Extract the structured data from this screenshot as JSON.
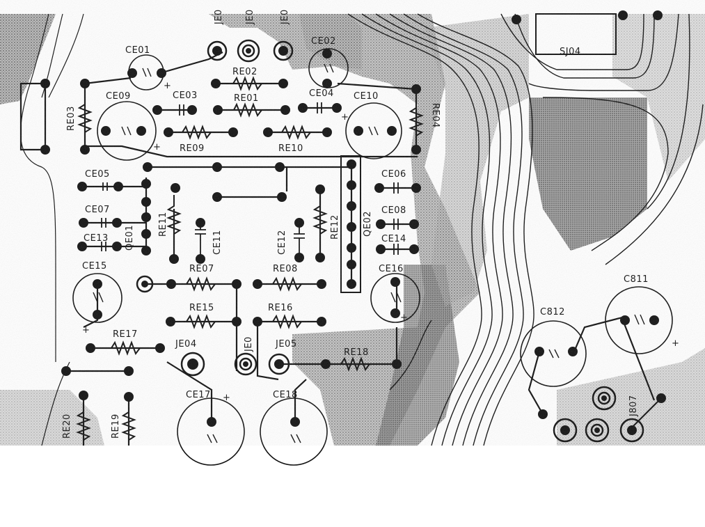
{
  "image": {
    "type": "pcb-silkscreen-layout",
    "colors": {
      "ink": "#111111",
      "paper": "#ffffff",
      "copper": "#9a9a9a",
      "copper_dark": "#6e6e6e"
    }
  },
  "labels": {
    "CE01": "CE01",
    "CE02": "CE02",
    "CE03": "CE03",
    "CE04": "CE04",
    "CE05": "CE05",
    "CE06": "CE06",
    "CE07": "CE07",
    "CE08": "CE08",
    "CE09": "CE09",
    "CE10": "CE10",
    "CE11": "CE11",
    "CE12": "CE12",
    "CE13": "CE13",
    "CE14": "CE14",
    "CE15": "CE15",
    "CE16": "CE16",
    "CE17": "CE17",
    "CE18": "CE18",
    "RE01": "RE01",
    "RE02": "RE02",
    "RE03": "RE03",
    "RE04": "RE04",
    "RE07": "RE07",
    "RE08": "RE08",
    "RE09": "RE09",
    "RE10": "RE10",
    "RE11": "RE11",
    "RE12": "RE12",
    "RE15": "RE15",
    "RE16": "RE16",
    "RE17": "RE17",
    "RE18": "RE18",
    "RE19": "RE19",
    "RE20": "RE20",
    "QE01": "QE01",
    "QE02": "QE02",
    "JE04": "JE04",
    "JE05": "JE05",
    "JE0": "JE0",
    "JE07": "JE0",
    "C811": "C811",
    "C812": "C812",
    "SJ04": "SJ04",
    "J807": "J807"
  }
}
